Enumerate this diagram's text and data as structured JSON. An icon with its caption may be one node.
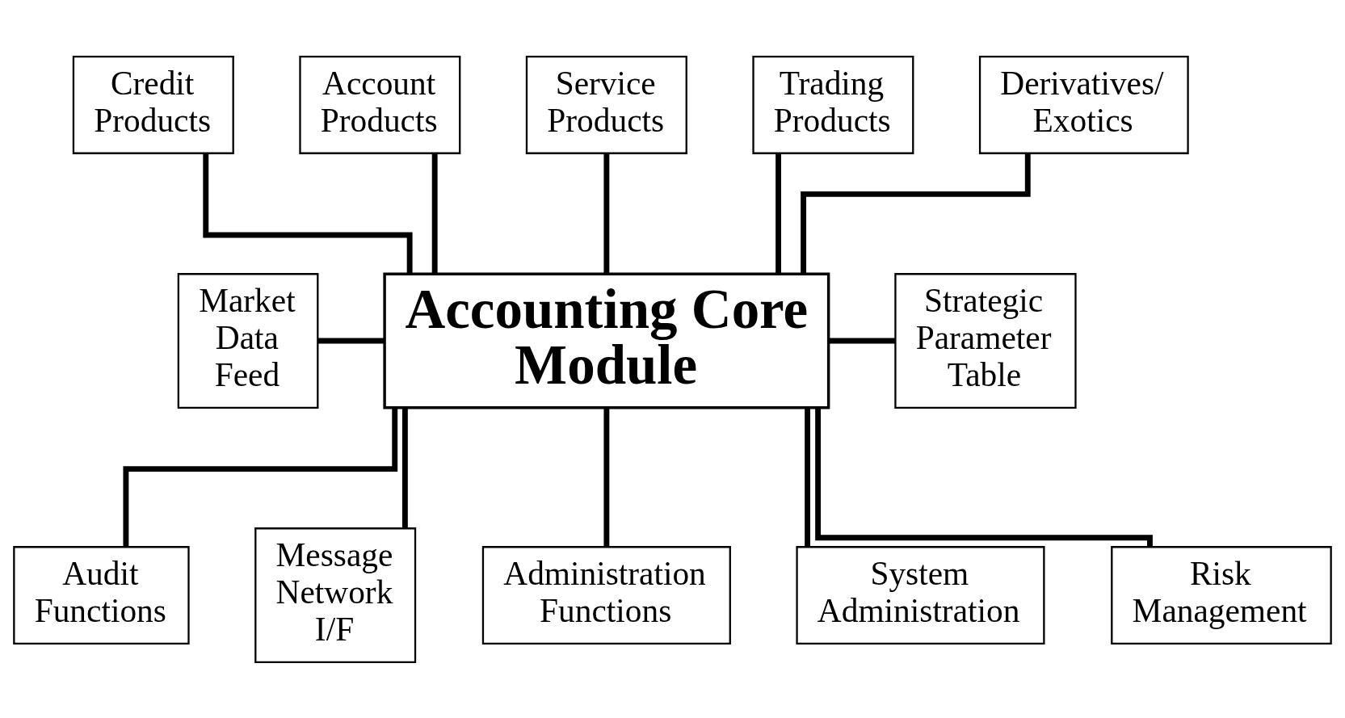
{
  "diagram": {
    "nodes": [
      {
        "text": [
          "Credit Products"
        ]
      },
      {
        "text": [
          "Account Products"
        ]
      },
      {
        "text": [
          "Service Products"
        ]
      },
      {
        "text": [
          "Trading Products"
        ]
      },
      {
        "text": [
          "Derivatives/ Exotics"
        ]
      },
      {
        "text": [
          "Market Data Feed"
        ]
      },
      {
        "text": [
          "Accounting Core Module"
        ]
      },
      {
        "text": [
          "Strategic Parameter Table"
        ]
      },
      {
        "text": [
          "Audit Functions"
        ]
      },
      {
        "text": [
          "Message Network I/F"
        ]
      },
      {
        "text": [
          "Administration Functions"
        ]
      },
      {
        "text": [
          "System Administration"
        ]
      },
      {
        "text": [
          "Risk Management"
        ]
      }
    ],
    "edges": [
      {
        "from": 0,
        "to": 6,
        "arrow": "none"
      },
      {
        "from": 1,
        "to": 6,
        "arrow": "none"
      },
      {
        "from": 2,
        "to": 6,
        "arrow": "none"
      },
      {
        "from": 3,
        "to": 6,
        "arrow": "none"
      },
      {
        "from": 4,
        "to": 6,
        "arrow": "none"
      },
      {
        "from": 5,
        "to": 6,
        "arrow": "none"
      },
      {
        "from": 6,
        "to": 7,
        "arrow": "none"
      },
      {
        "from": 6,
        "to": 8,
        "arrow": "none"
      },
      {
        "from": 6,
        "to": 9,
        "arrow": "none"
      },
      {
        "from": 6,
        "to": 10,
        "arrow": "none"
      },
      {
        "from": 6,
        "to": 11,
        "arrow": "none"
      },
      {
        "from": 6,
        "to": 12,
        "arrow": "none"
      }
    ]
  }
}
